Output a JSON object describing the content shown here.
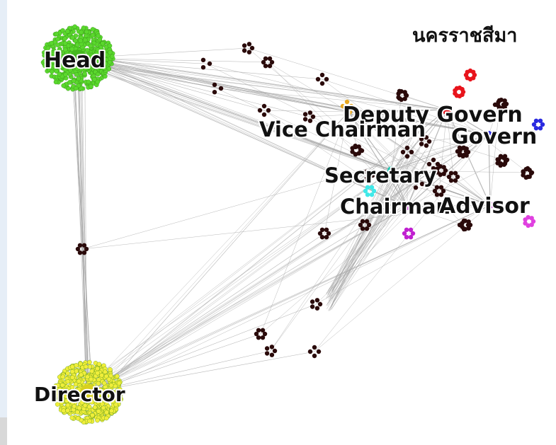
{
  "title": "นครราชสีมา",
  "labels": {
    "head": "Head",
    "director": "Director",
    "deputy_govern": "Deputy Govern",
    "vice_chairman": "Vice Chairman",
    "govern": "Govern",
    "secretary": "Secretary",
    "chairman": "Chairman",
    "advisor": "Advisor"
  },
  "colors": {
    "head": "#5ad82d",
    "director": "#f0ee3a",
    "deputy_govern": "#e8141c",
    "vice_chairman": "#e8a820",
    "govern": "#2a2ae0",
    "secretary": "#19c4b0",
    "chairman_cluster": "#40e8e8",
    "advisor": "#c020d0",
    "advisor_cluster": "#e040e0",
    "members": "#2a0a0a",
    "edges": "#a8a8a8"
  }
}
